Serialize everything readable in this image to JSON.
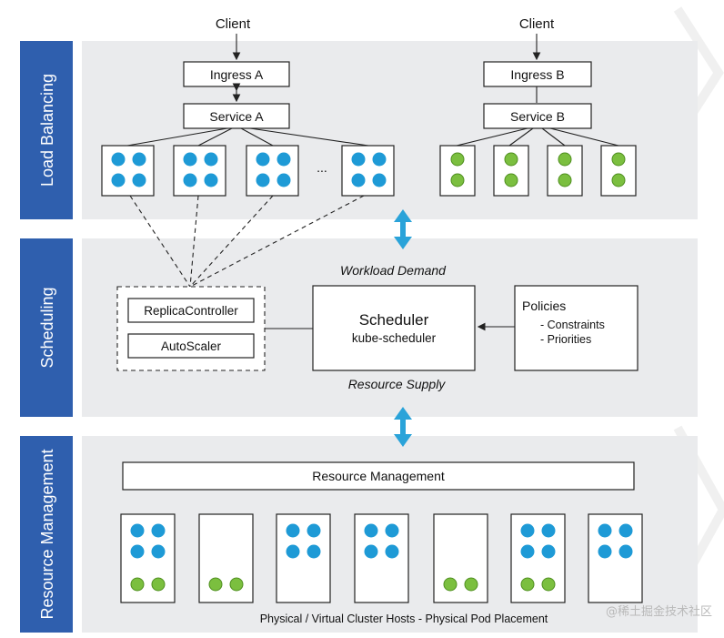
{
  "bands": {
    "load_balancing": "Load Balancing",
    "scheduling": "Scheduling",
    "resource_management": "Resource Management"
  },
  "load_balancing": {
    "client_a": "Client",
    "client_b": "Client",
    "ingress_a": "Ingress A",
    "ingress_b": "Ingress B",
    "service_a": "Service A",
    "service_b": "Service B",
    "ellipsis": "..."
  },
  "scheduling": {
    "workload_demand": "Workload Demand",
    "resource_supply": "Resource Supply",
    "replica_controller": "ReplicaController",
    "autoscaler": "AutoScaler",
    "scheduler_title": "Scheduler",
    "scheduler_sub": "kube-scheduler",
    "policies_title": "Policies",
    "policy_constraints": "- Constraints",
    "policy_priorities": "- Priorities"
  },
  "resource_management": {
    "bar_label": "Resource Management",
    "caption": "Physical / Virtual Cluster Hosts - Physical Pod Placement"
  },
  "colors": {
    "band_label": "#2f5fae",
    "band_background": "#eaebed",
    "pod_blue": "#1e9ad6",
    "pod_green": "#7bbf3f",
    "arrow": "#2aa3d9"
  },
  "watermark": "@稀土掘金技术社区"
}
